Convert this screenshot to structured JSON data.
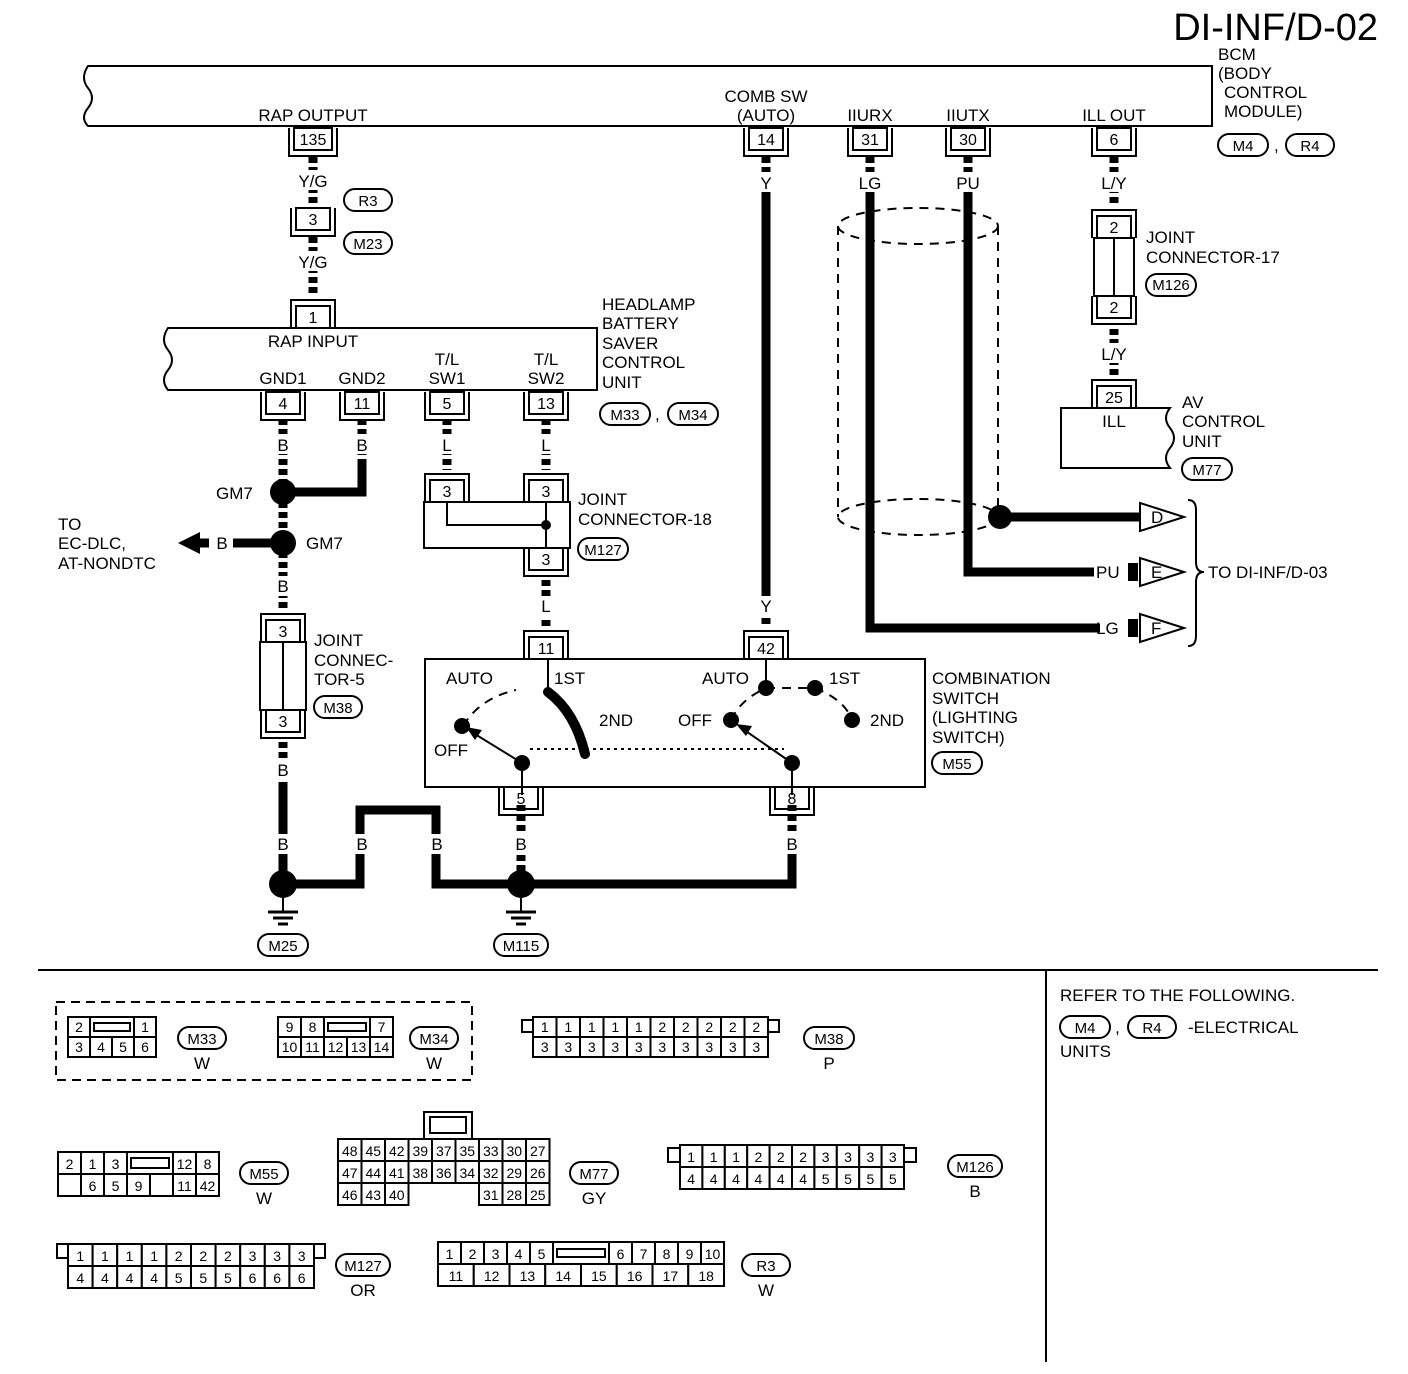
{
  "title": "DI-INF/D-02",
  "bcm": {
    "name_lines": [
      "BCM",
      "(BODY",
      "CONTROL",
      "MODULE)"
    ],
    "refs": [
      "M4",
      "R4"
    ],
    "terminals": [
      {
        "label": "RAP OUTPUT",
        "pin": "135",
        "wire": "Y/G"
      },
      {
        "label_lines": [
          "COMB SW",
          "(AUTO)"
        ],
        "pin": "14",
        "wire": "Y"
      },
      {
        "label": "IIURX",
        "pin": "31",
        "wire": "LG"
      },
      {
        "label": "IIUTX",
        "pin": "30",
        "wire": "PU"
      },
      {
        "label": "ILL OUT",
        "pin": "6",
        "wire": "L/Y"
      }
    ]
  },
  "inline_connector": {
    "pin": "3",
    "refs": [
      "R3",
      "M23"
    ],
    "wire_below": "Y/G"
  },
  "headlamp_unit": {
    "name_lines": [
      "HEADLAMP",
      "BATTERY",
      "SAVER",
      "CONTROL",
      "UNIT"
    ],
    "refs": [
      "M33",
      "M34"
    ],
    "input": {
      "label": "RAP INPUT",
      "pin": "1"
    },
    "outputs": [
      {
        "label": "GND1",
        "pin": "4",
        "wire": "B"
      },
      {
        "label": "GND2",
        "pin": "11",
        "wire": "B"
      },
      {
        "label_lines": [
          "T/L",
          "SW1"
        ],
        "pin": "5",
        "wire": "L"
      },
      {
        "label_lines": [
          "T/L",
          "SW2"
        ],
        "pin": "13",
        "wire": "L"
      }
    ]
  },
  "joint17": {
    "name_lines": [
      "JOINT",
      "CONNECTOR-17"
    ],
    "ref": "M126",
    "pin_top": "2",
    "pin_bottom": "2",
    "wire_below": "L/Y"
  },
  "av_unit": {
    "name_lines": [
      "AV",
      "CONTROL",
      "UNIT"
    ],
    "ref": "M77",
    "pin": "25",
    "label": "ILL"
  },
  "joint18": {
    "name_lines": [
      "JOINT",
      "CONNECTOR-18"
    ],
    "ref": "M127",
    "pins": [
      "3",
      "3",
      "3"
    ],
    "wire_below": "L"
  },
  "joint5": {
    "name_lines": [
      "JOINT",
      "CONNEC-",
      "TOR-5"
    ],
    "ref": "M38",
    "pin_top": "3",
    "pin_bottom": "3",
    "wire_above": "B",
    "wire_below": "B"
  },
  "gm7": {
    "labels": [
      "GM7",
      "GM7"
    ],
    "to_lines": [
      "TO",
      "EC-DLC,",
      "AT-NONDTC"
    ],
    "wire": "B"
  },
  "combination_switch": {
    "name_lines": [
      "COMBINATION",
      "SWITCH",
      "(LIGHTING",
      " SWITCH)"
    ],
    "ref": "M55",
    "pins_top": [
      "11",
      "42"
    ],
    "pins_bottom": [
      "5",
      "8"
    ],
    "wires_top": [
      "L",
      "Y"
    ],
    "wires_bottom": [
      "B",
      "B"
    ],
    "positions": [
      "AUTO",
      "1ST",
      "2ND",
      "OFF"
    ]
  },
  "to_next": {
    "label": "TO DI-INF/D-03",
    "arrows": [
      {
        "letter": "D",
        "wire": ""
      },
      {
        "letter": "E",
        "wire": "PU"
      },
      {
        "letter": "F",
        "wire": "LG"
      }
    ]
  },
  "grounds": {
    "wires": [
      "B",
      "B",
      "B",
      "B",
      "B"
    ],
    "refs": [
      "M25",
      "M115"
    ]
  },
  "refer": {
    "heading": "REFER TO THE FOLLOWING.",
    "refs": [
      "M4",
      "R4"
    ],
    "suffix": "-ELECTRICAL",
    "suffix2": "UNITS"
  },
  "connectors": {
    "M33": {
      "ref": "M33",
      "color": "W",
      "top": [
        "2",
        "1"
      ],
      "bottom": [
        "3",
        "4",
        "5",
        "6"
      ]
    },
    "M34": {
      "ref": "M34",
      "color": "W",
      "top": [
        "9",
        "8",
        "7"
      ],
      "bottom": [
        "10",
        "11",
        "12",
        "13",
        "14"
      ]
    },
    "M38": {
      "ref": "M38",
      "color": "P",
      "top": [
        "1",
        "1",
        "1",
        "1",
        "1",
        "2",
        "2",
        "2",
        "2",
        "2"
      ],
      "bottom": [
        "3",
        "3",
        "3",
        "3",
        "3",
        "3",
        "3",
        "3",
        "3",
        "3"
      ]
    },
    "M55": {
      "ref": "M55",
      "color": "W",
      "top": [
        "2",
        "1",
        "3",
        "12",
        "8"
      ],
      "bottom": [
        "6",
        "5",
        "9",
        "11",
        "42"
      ]
    },
    "M77": {
      "ref": "M77",
      "color": "GY",
      "row1": [
        "48",
        "45",
        "42",
        "39",
        "37",
        "35",
        "33",
        "30",
        "27"
      ],
      "row2": [
        "47",
        "44",
        "41",
        "38",
        "36",
        "34",
        "32",
        "29",
        "26"
      ],
      "row3": [
        "46",
        "43",
        "40",
        "31",
        "28",
        "25"
      ]
    },
    "M126": {
      "ref": "M126",
      "color": "B",
      "top": [
        "1",
        "1",
        "1",
        "2",
        "2",
        "2",
        "3",
        "3",
        "3",
        "3"
      ],
      "bottom": [
        "4",
        "4",
        "4",
        "4",
        "4",
        "4",
        "5",
        "5",
        "5",
        "5"
      ]
    },
    "M127": {
      "ref": "M127",
      "color": "OR",
      "top": [
        "1",
        "1",
        "1",
        "1",
        "2",
        "2",
        "2",
        "3",
        "3",
        "3"
      ],
      "bottom": [
        "4",
        "4",
        "4",
        "4",
        "5",
        "5",
        "5",
        "6",
        "6",
        "6"
      ]
    },
    "R3": {
      "ref": "R3",
      "color": "W",
      "top": [
        "1",
        "2",
        "3",
        "4",
        "5",
        "6",
        "7",
        "8",
        "9",
        "10"
      ],
      "bottom": [
        "11",
        "12",
        "13",
        "14",
        "15",
        "16",
        "17",
        "18"
      ]
    }
  }
}
